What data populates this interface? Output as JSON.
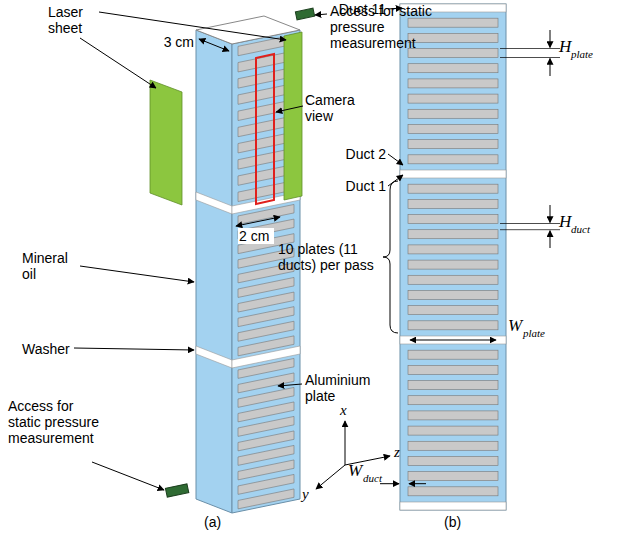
{
  "diagram": {
    "labels": [
      "Laser sheet",
      "3 cm",
      "Access for static pressure measurement",
      "Camera view",
      "2 cm",
      "Mineral oil",
      "Washer",
      "Aluminium plate",
      "Access for static pressure measurement",
      "x",
      "y",
      "z",
      "(a)",
      "Duct 11",
      "H",
      "plate",
      "Duct 2",
      "Duct 1",
      "10 plates (11 ducts) per pass",
      "H",
      "duct",
      "W",
      "plate",
      "W",
      "duct",
      "(b)"
    ]
  }
}
